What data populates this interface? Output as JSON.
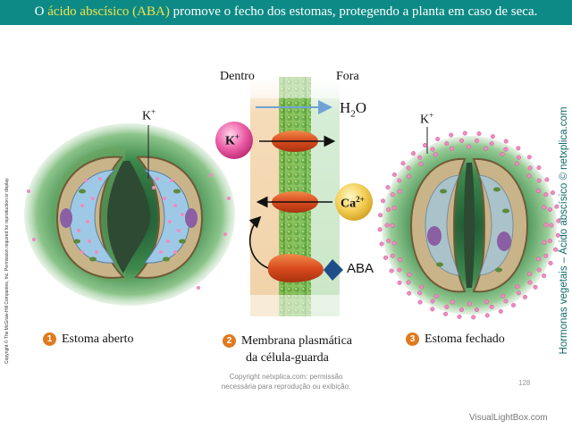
{
  "header": {
    "prefix": "O ",
    "highlight": "ácido abscísico (ABA)",
    "suffix": " promove o fecho dos estomas, protegendo a planta em caso de seca."
  },
  "side_copyright": "Copyright © The McGraw-Hill Companies, Inc. Permission required for reproduction or display.",
  "side_title": "Hormonas vegetais – Ácido abscísico © netxplica.com",
  "diagram": {
    "inside_label": "Dentro",
    "outside_label": "Fora",
    "ion_k": "K",
    "ion_k_sup": "+",
    "water": "H",
    "water_sub": "2",
    "water_o": "O",
    "ion_ca": "Ca",
    "ion_ca_sup": "2+",
    "aba": "ABA",
    "left_k": "K",
    "left_k_sup": "+",
    "right_k": "K",
    "right_k_sup": "+"
  },
  "labels": {
    "step1_num": "1",
    "step1_text": "Estoma aberto",
    "step2_num": "2",
    "step2_line1": "Membrana plasmática",
    "step2_line2": "da célula-guarda",
    "step3_num": "3",
    "step3_text": "Estoma fechado"
  },
  "footer": {
    "line1": "Copyright netxplica.com: permissão",
    "line2": "necessária para reprodução ou exibição."
  },
  "page_number": "128",
  "watermark": "VisualLightBox.com",
  "colors": {
    "header_bg": "#0d8a86",
    "highlight": "#f5e34a",
    "number_badge": "#e07a1e",
    "side_text": "#0d6b6a"
  }
}
